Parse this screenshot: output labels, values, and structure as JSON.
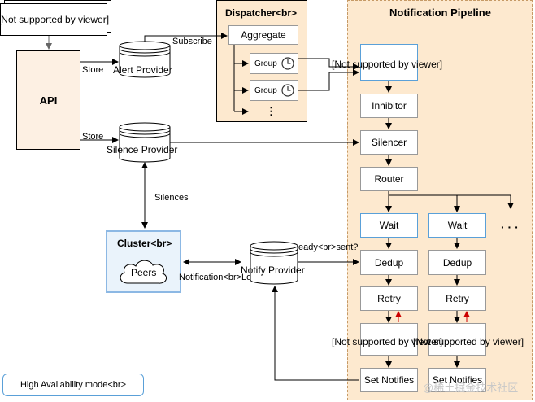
{
  "labels": {
    "not_supported": "[Not supported by viewer]",
    "api": "API",
    "store": "Store",
    "subscribe": "Subscribe",
    "alert_provider": "Alert Provider",
    "silence_provider": "Silence Provider",
    "silences": "Silences",
    "cluster": "Cluster<br>",
    "peers": "Peers",
    "notification_logs": "Notification<br>Logs",
    "notify_provider": "Notify Provider",
    "already_sent": "eady<br>sent?",
    "dispatcher": "Dispatcher<br>",
    "aggregate": "Aggregate",
    "group": "Group",
    "ellipsis_v": "⋮",
    "pipeline": "Notification Pipeline",
    "inhibitor": "Inhibitor",
    "silencer": "Silencer",
    "router": "Router",
    "wait": "Wait",
    "dedup": "Dedup",
    "retry": "Retry",
    "set_notifies": "Set Notifies",
    "ellipsis_h": "· · ·",
    "ha_mode": "High Availability mode<br>",
    "watermark": "@稀土掘金技术社区"
  },
  "colors": {
    "pipeline_bg": "#fde9cf",
    "accent_blue": "#5aa0d8",
    "retry_arrow": "#cc0000"
  },
  "icons": {
    "group_clock": "clock-icon",
    "database": "database-icon",
    "cloud": "cloud-icon"
  }
}
